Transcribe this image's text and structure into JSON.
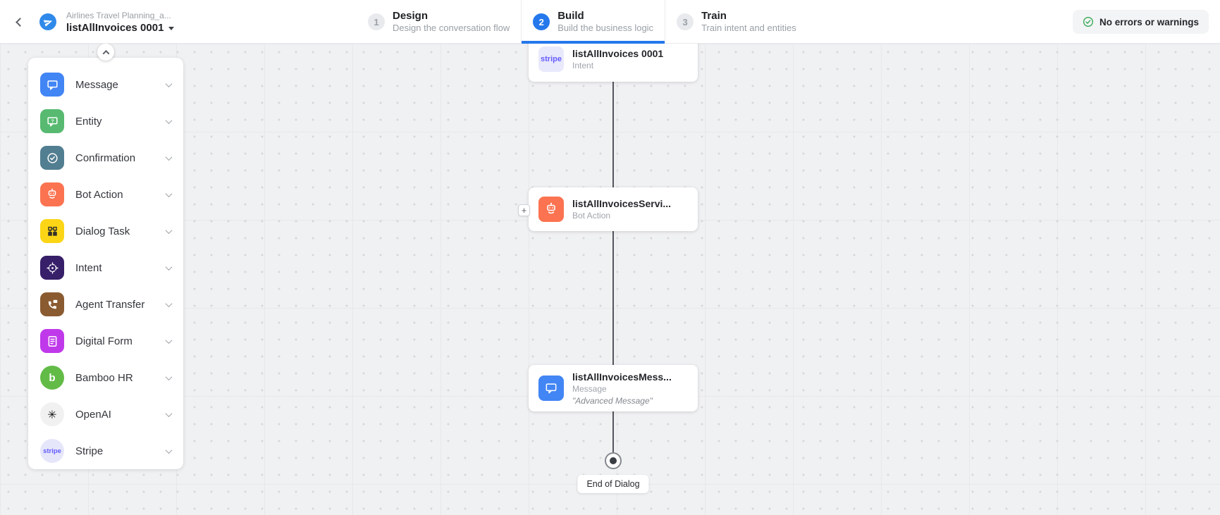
{
  "colors": {
    "accent_blue": "#2478ec",
    "status_green": "#34a853",
    "edge_gray": "#53565c",
    "canvas_bg": "#f0f1f3"
  },
  "header": {
    "project_name": "Airlines Travel Planning_a...",
    "dialog_name": "listAllInvoices 0001",
    "tabs": [
      {
        "number": "1",
        "label": "Design",
        "description": "Design the conversation flow"
      },
      {
        "number": "2",
        "label": "Build",
        "description": "Build the business logic"
      },
      {
        "number": "3",
        "label": "Train",
        "description": "Train intent and entities"
      }
    ],
    "status_label": "No errors or warnings"
  },
  "sidebar": {
    "items": [
      {
        "label": "Message",
        "color": "#4285f4"
      },
      {
        "label": "Entity",
        "color": "#57ba70"
      },
      {
        "label": "Confirmation",
        "color": "#527e91"
      },
      {
        "label": "Bot Action",
        "color": "#fb7350"
      },
      {
        "label": "Dialog Task",
        "color": "#fcd616"
      },
      {
        "label": "Intent",
        "color": "#371f69"
      },
      {
        "label": "Agent Transfer",
        "color": "#8a5b31"
      },
      {
        "label": "Digital Form",
        "color": "#bf39ea"
      },
      {
        "label": "Bamboo HR",
        "color": "#62bb46",
        "icon_text": "b"
      },
      {
        "label": "OpenAI",
        "color": "#f1f1f2",
        "icon_text": "✳"
      },
      {
        "label": "Stripe",
        "color": "#e6e6fb",
        "icon_text": "stripe"
      }
    ]
  },
  "canvas": {
    "nodes": [
      {
        "title": "listAllInvoices 0001",
        "subtitle": "Intent",
        "icon_text": "stripe"
      },
      {
        "title": "listAllInvoicesServi...",
        "subtitle": "Bot Action"
      },
      {
        "title": "listAllInvoicesMess...",
        "subtitle": "Message",
        "quote": "\"Advanced Message\""
      }
    ],
    "plus_label": "+",
    "end_label": "End of Dialog"
  }
}
